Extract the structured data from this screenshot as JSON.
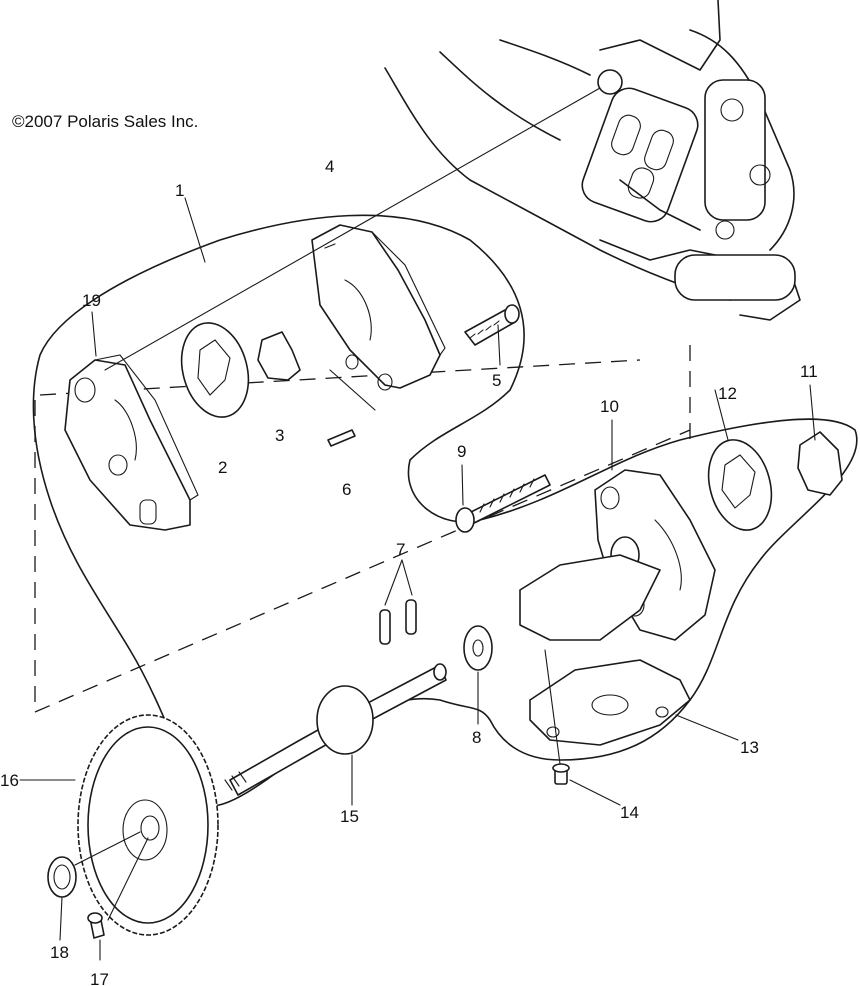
{
  "copyright": "©2007 Polaris Sales Inc.",
  "callouts": [
    "1",
    "2",
    "3",
    "4",
    "5",
    "6",
    "7",
    "8",
    "9",
    "10",
    "11",
    "12",
    "13",
    "14",
    "15",
    "16",
    "17",
    "18",
    "19"
  ]
}
